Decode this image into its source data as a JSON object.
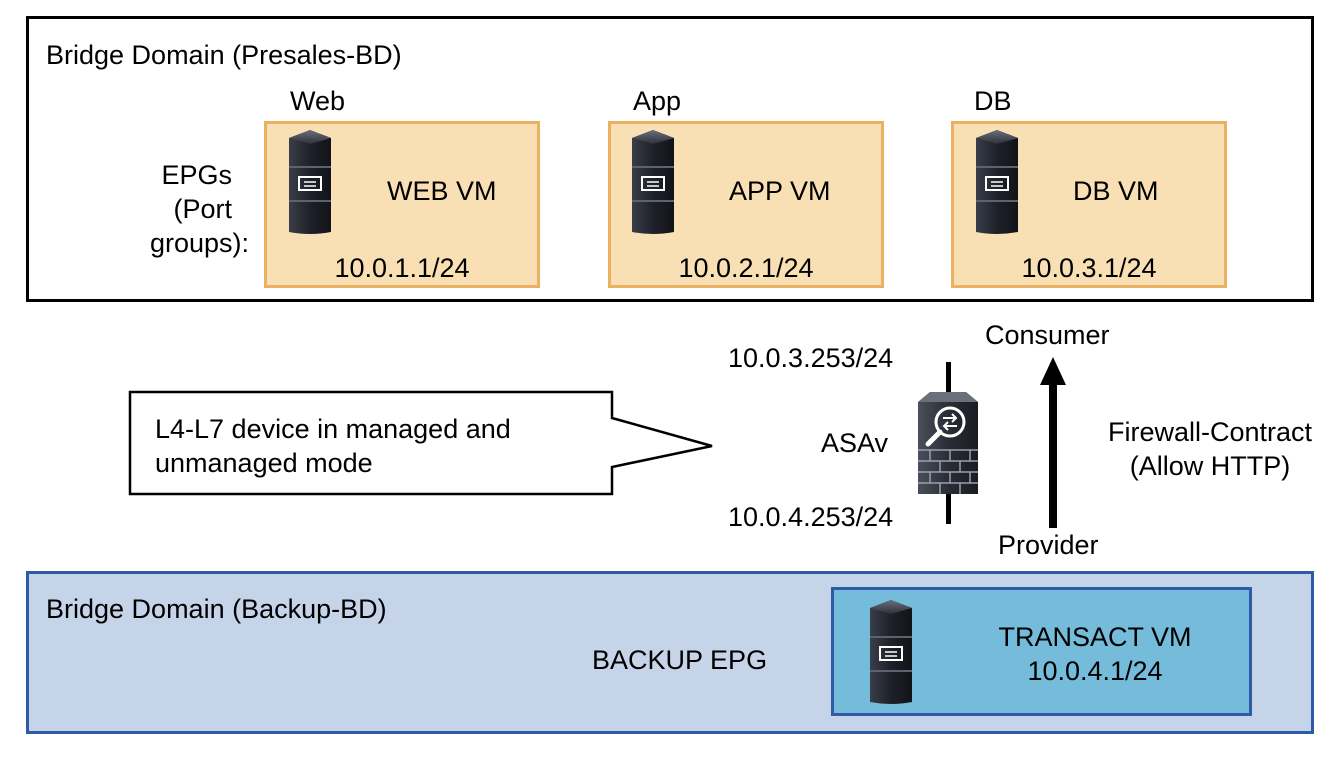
{
  "presales_bd": {
    "title": "Bridge Domain (Presales-BD)",
    "epg_label_lines": [
      "EPGs",
      "(Port",
      "groups):"
    ],
    "epgs": [
      {
        "group": "Web",
        "vm": "WEB VM",
        "ip": "10.0.1.1/24"
      },
      {
        "group": "App",
        "vm": "APP VM",
        "ip": "10.0.2.1/24"
      },
      {
        "group": "DB",
        "vm": "DB VM",
        "ip": "10.0.3.1/24"
      }
    ]
  },
  "middle": {
    "callout_lines": [
      "L4-L7 device in managed and",
      "unmanaged mode"
    ],
    "device_name": "ASAv",
    "ip_top": "10.0.3.253/24",
    "ip_bottom": "10.0.4.253/24",
    "consumer": "Consumer",
    "provider": "Provider",
    "contract_lines": [
      "Firewall-Contract",
      "(Allow HTTP)"
    ]
  },
  "backup_bd": {
    "title": "Bridge Domain (Backup-BD)",
    "epg_label": "BACKUP EPG",
    "vm": "TRANSACT VM",
    "ip": "10.0.4.1/24"
  },
  "colors": {
    "epg_fill": "#f9e0b4",
    "epg_border": "#eab163",
    "backup_bd_fill": "#c6d4e9",
    "backup_epg_fill": "#74bcd9",
    "blue_border": "#2f5aa8"
  }
}
